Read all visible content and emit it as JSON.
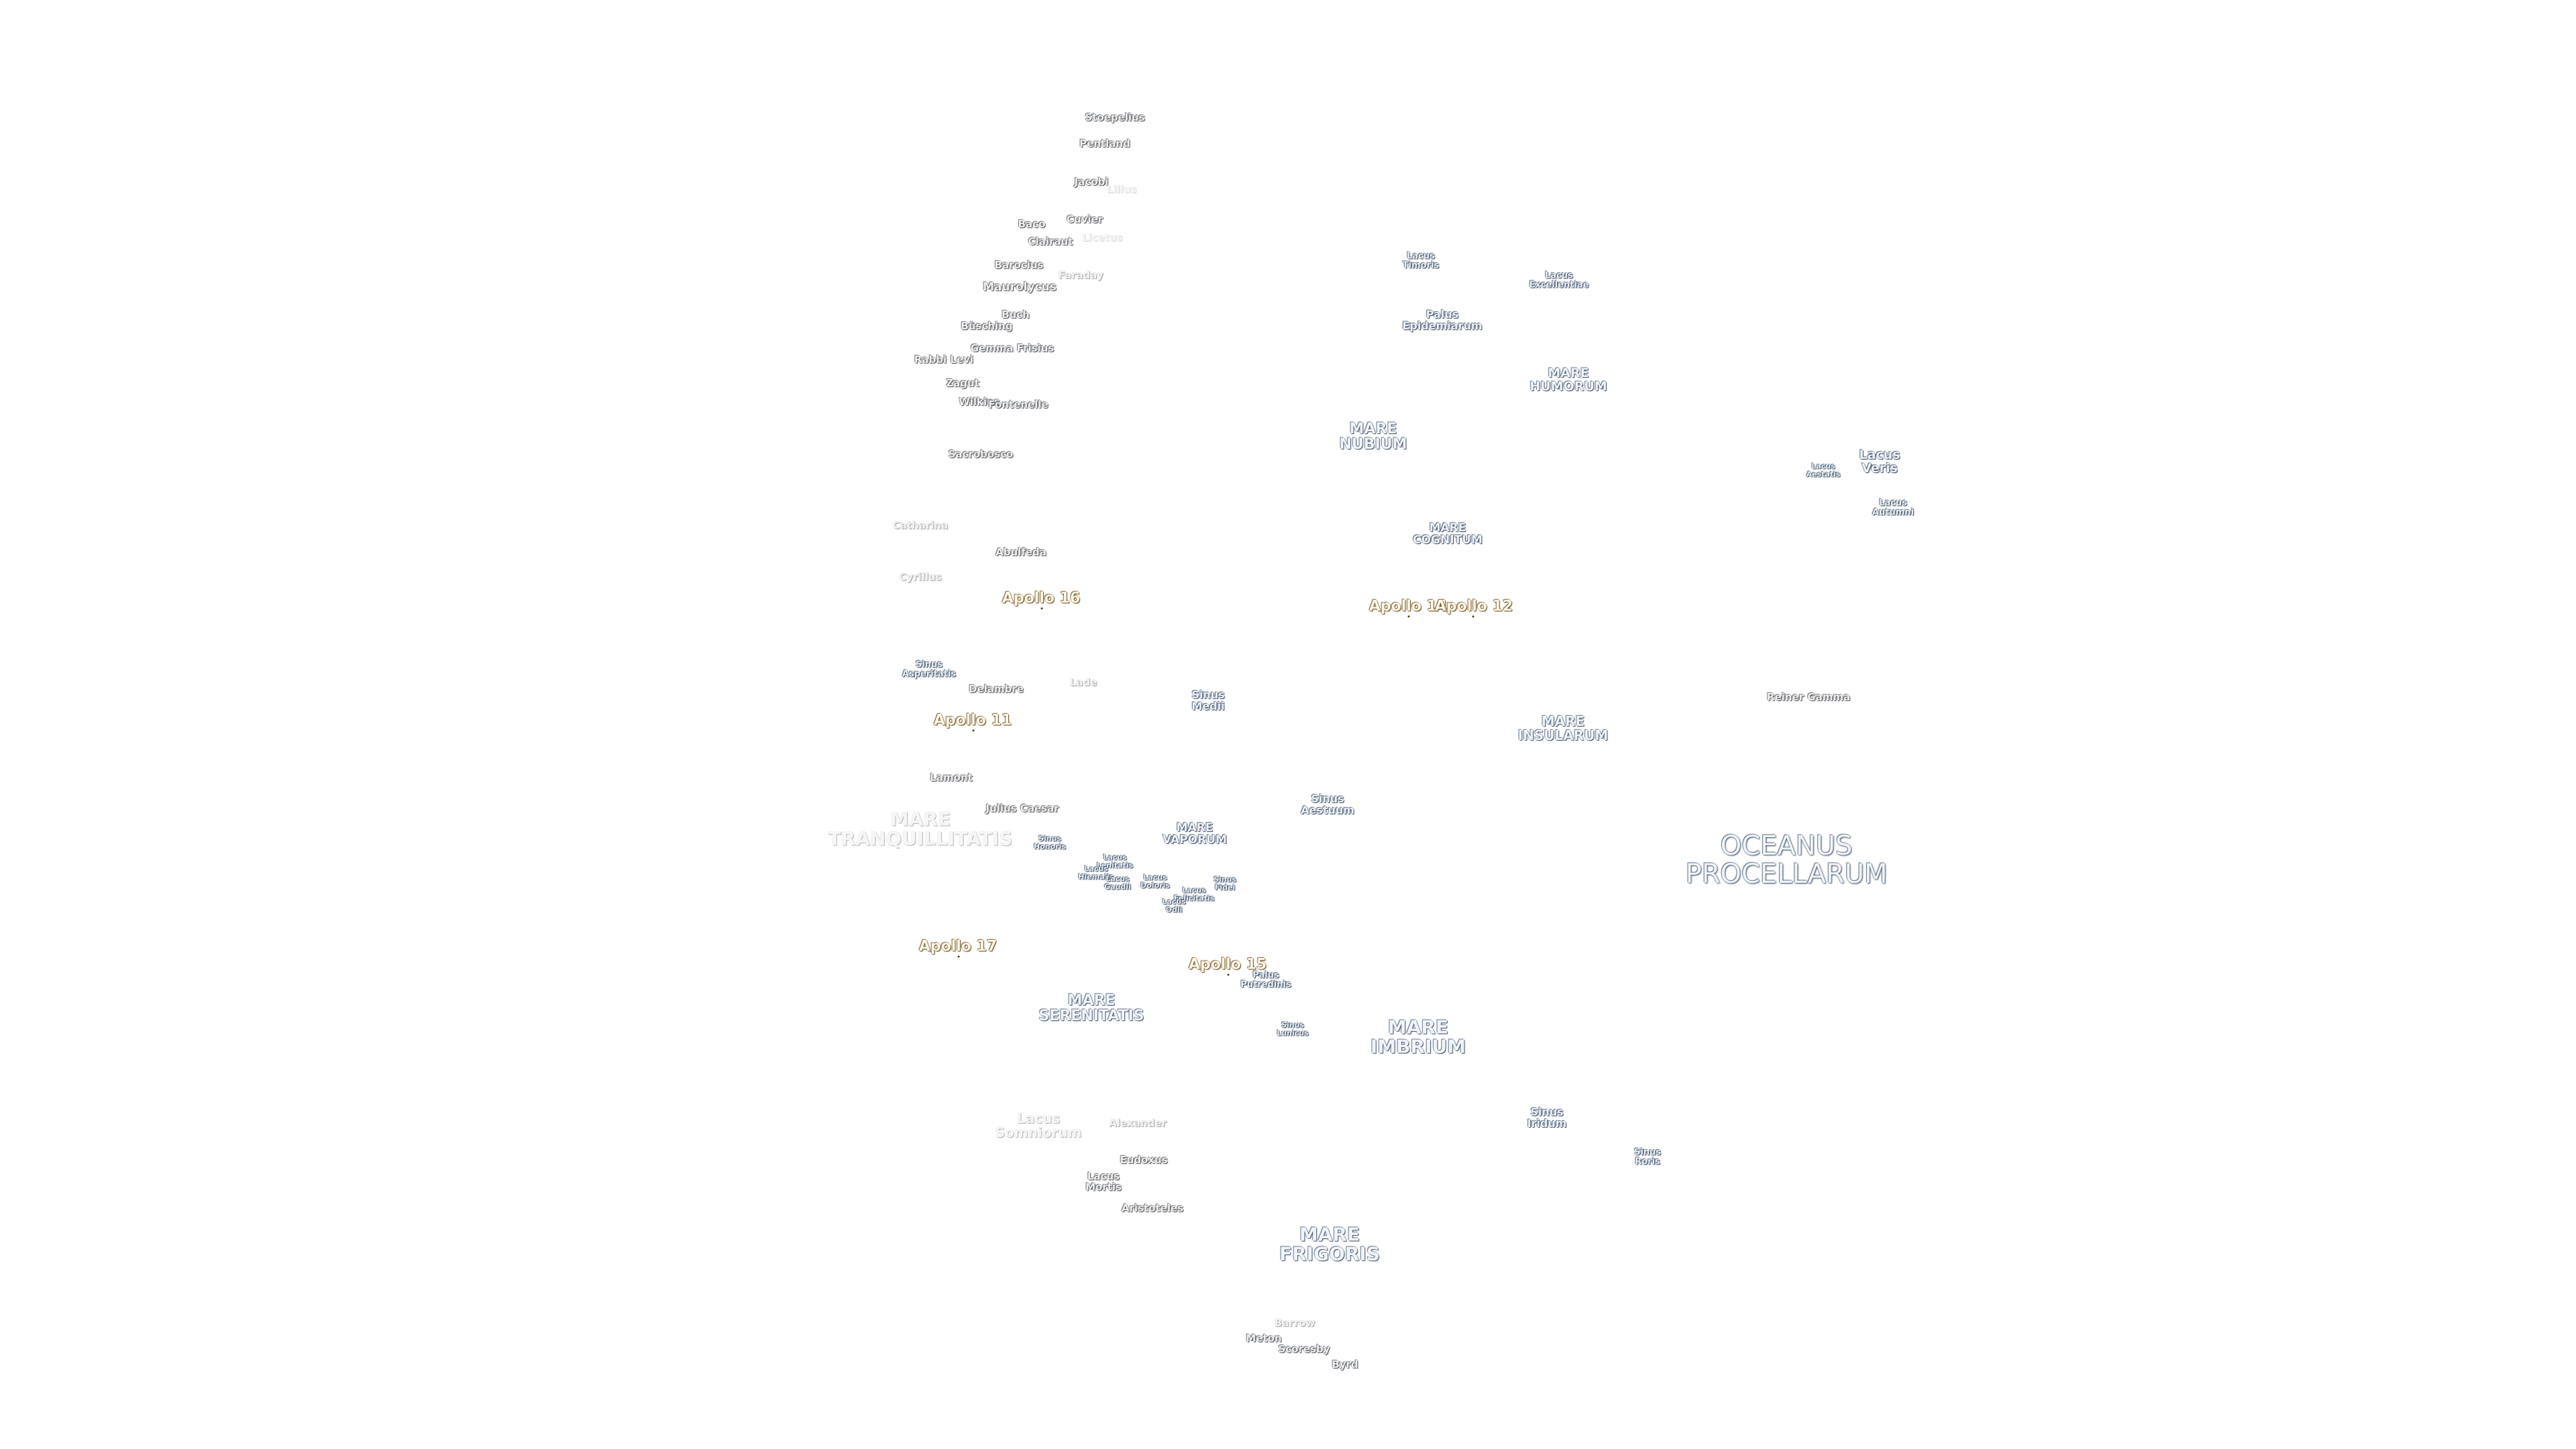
{
  "craters": [
    {
      "id": "stoeffler",
      "name": "Stoepelius"
    },
    {
      "id": "pentland",
      "name": "Pentland"
    },
    {
      "id": "jacobi",
      "name": "Jacobi"
    },
    {
      "id": "lilius",
      "name": "Lilius"
    },
    {
      "id": "baco",
      "name": "Baco"
    },
    {
      "id": "cuvier",
      "name": "Cuvier"
    },
    {
      "id": "clairaut",
      "name": "Clairaut"
    },
    {
      "id": "licetus",
      "name": "Licetus"
    },
    {
      "id": "barocius",
      "name": "Barocius"
    },
    {
      "id": "faraday",
      "name": "Faraday"
    },
    {
      "id": "maurolycus",
      "name": "Maurolycus"
    },
    {
      "id": "buch",
      "name": "Buch"
    },
    {
      "id": "busching",
      "name": "Büsching"
    },
    {
      "id": "gemma-frisius",
      "name": "Gemma Frisius"
    },
    {
      "id": "rabbi-levi",
      "name": "Rabbi Levi"
    },
    {
      "id": "zagut",
      "name": "Zagut"
    },
    {
      "id": "wilkins",
      "name": "Wilkins"
    },
    {
      "id": "fontenelle",
      "name": "Fontenelle"
    },
    {
      "id": "sacrobosco",
      "name": "Sacrobosco"
    },
    {
      "id": "catharina",
      "name": "Catharina"
    },
    {
      "id": "abulfeda",
      "name": "Abulfeda"
    },
    {
      "id": "cyrillus",
      "name": "Cyrillus"
    },
    {
      "id": "delambre",
      "name": "Delambre"
    },
    {
      "id": "lade",
      "name": "Lade"
    },
    {
      "id": "lamont",
      "name": "Lamont"
    },
    {
      "id": "julius-caesar",
      "name": "Julius Caesar"
    },
    {
      "id": "alexander",
      "name": "Alexander"
    },
    {
      "id": "eudoxus",
      "name": "Eudoxus"
    },
    {
      "id": "aristoteles",
      "name": "Aristoteles"
    },
    {
      "id": "barrow",
      "name": "Barrow"
    },
    {
      "id": "meton",
      "name": "Meton"
    },
    {
      "id": "scoresby",
      "name": "Scoresby"
    },
    {
      "id": "byrd",
      "name": "Byrd"
    },
    {
      "id": "reiner-gamma",
      "name": "Reiner Gamma"
    }
  ],
  "features": [
    {
      "id": "lacus-timoris",
      "name": "Lacus\nTimoris"
    },
    {
      "id": "lacus-excellentiae",
      "name": "Lacus\nExcellentiae"
    },
    {
      "id": "palus-epidemiarum",
      "name": "Palus\nEpidemiarum"
    },
    {
      "id": "lacus-veris",
      "name": "Lacus\nVeris"
    },
    {
      "id": "lacus-autumni",
      "name": "Lacus\nAutumni"
    },
    {
      "id": "lacus-aestatis",
      "name": "Lacus\nAestatis"
    },
    {
      "id": "sinus-asperitatis",
      "name": "Sinus\nAsperitatis"
    },
    {
      "id": "sinus-medii",
      "name": "Sinus\nMedii"
    },
    {
      "id": "sinus-aestuum",
      "name": "Sinus\nAestuum"
    },
    {
      "id": "sinus-honoris",
      "name": "Sinus\nHonoris"
    },
    {
      "id": "lacus-lenitatis",
      "name": "Lacus\nLenitatis"
    },
    {
      "id": "lacus-hiemalis",
      "name": "Lacus\nHiemalis"
    },
    {
      "id": "lacus-gaudii",
      "name": "Lacus\nGaudii"
    },
    {
      "id": "lacus-doloris",
      "name": "Lacus\nDoloris"
    },
    {
      "id": "lacus-felicitatis",
      "name": "Lacus\nFelicitatis"
    },
    {
      "id": "lacus-odii",
      "name": "Lacus\nOdii"
    },
    {
      "id": "sinus-fidei",
      "name": "Sinus\nFidei"
    },
    {
      "id": "palus-putredinis",
      "name": "Palus\nPutredinis"
    },
    {
      "id": "sinus-lunicus",
      "name": "Sinus\nLunicus"
    },
    {
      "id": "sinus-iridum",
      "name": "Sinus\nIridum"
    },
    {
      "id": "sinus-roris",
      "name": "Sinus\nRoris"
    },
    {
      "id": "lacus-mortis",
      "name": "Lacus\nMortis"
    }
  ],
  "maria": [
    {
      "id": "mare-nubium",
      "name": "MARE\nNUBIUM"
    },
    {
      "id": "mare-humorum",
      "name": "MARE\nHUMORUM"
    },
    {
      "id": "mare-cognitum",
      "name": "MARE\nCOGNITUM"
    },
    {
      "id": "mare-insularum",
      "name": "MARE\nINSULARUM"
    },
    {
      "id": "mare-tranquillitatis",
      "name": "MARE\nTRANQUILLITATIS"
    },
    {
      "id": "mare-vaporum",
      "name": "MARE\nVAPORUM"
    },
    {
      "id": "mare-serenitatis",
      "name": "MARE\nSERENITATIS"
    },
    {
      "id": "mare-imbrium",
      "name": "MARE\nIMBRIUM"
    },
    {
      "id": "mare-frigoris",
      "name": "MARE\nFRIGORIS"
    },
    {
      "id": "oceanus-procellarum",
      "name": "OCEANUS\nPROCELLARUM"
    },
    {
      "id": "lacus-somniorum",
      "name": "Lacus\nSomniorum"
    }
  ],
  "apollo_sites": [
    {
      "id": "apollo-16",
      "name": "Apollo 16"
    },
    {
      "id": "apollo-14",
      "name": "Apollo 14"
    },
    {
      "id": "apollo-12",
      "name": "Apollo 12"
    },
    {
      "id": "apollo-11",
      "name": "Apollo 11"
    },
    {
      "id": "apollo-17",
      "name": "Apollo 17"
    },
    {
      "id": "apollo-15",
      "name": "Apollo 15"
    }
  ],
  "colors": {
    "background": "#ffffff",
    "crater_outline": "#444444",
    "mare_outline": "#34465c",
    "apollo_outline": "#5a3d14"
  }
}
